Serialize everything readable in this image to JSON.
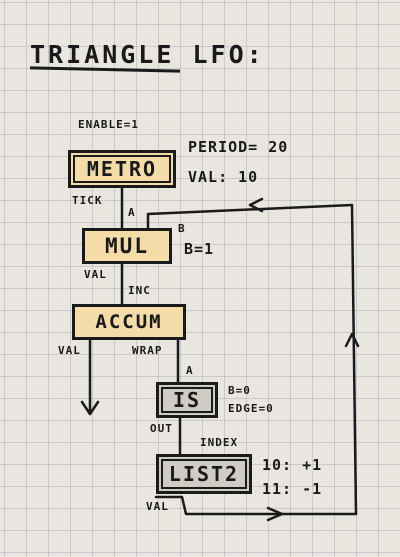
{
  "title": "TRIANGLE LFO:",
  "nodes": {
    "metro": {
      "label": "METRO",
      "enable": "ENABLE=1",
      "params": [
        "PERIOD= 20",
        "VAL: 10"
      ],
      "out_port": "TICK"
    },
    "mul": {
      "label": "MUL",
      "in_a": "A",
      "in_b": "B",
      "param": "B=1",
      "out_port": "VAL"
    },
    "accum": {
      "label": "ACCUM",
      "in_port": "INC",
      "out_val": "VAL",
      "out_wrap": "WRAP"
    },
    "is": {
      "label": "IS",
      "in_a": "A",
      "params": [
        "B=0",
        "EDGE=0"
      ],
      "out_port": "OUT"
    },
    "list2": {
      "label": "LIST2",
      "in_port": "INDEX",
      "params": [
        "10: +1",
        "11: -1"
      ],
      "out_port": "VAL"
    }
  },
  "colors": {
    "highlight": "#f4dca8",
    "ink": "#1a1a1a",
    "paper": "#e9e6e0"
  }
}
